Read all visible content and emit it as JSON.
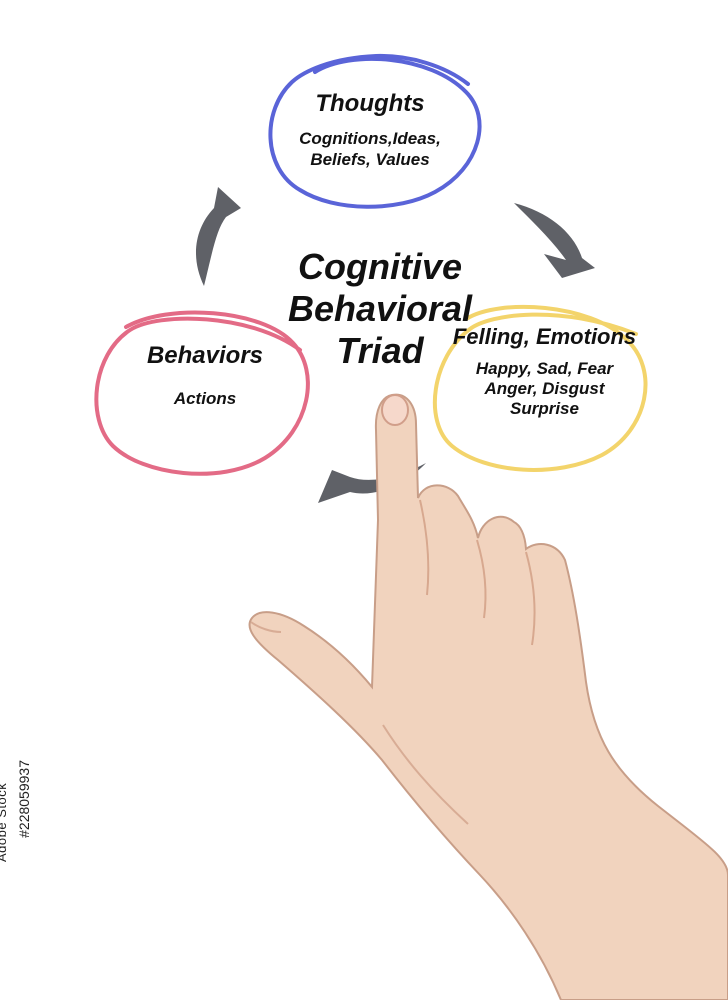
{
  "diagram": {
    "center_title_lines": [
      "Cognitive",
      "Behavioral",
      "Triad"
    ],
    "nodes": {
      "thoughts": {
        "title": "Thoughts",
        "details": [
          "Cognitions,Ideas,",
          "Beliefs, Values"
        ],
        "color": "#5a64d8"
      },
      "feelings": {
        "title_lines": [
          "Felling,",
          "Emotions"
        ],
        "details": [
          "Happy, Sad, Fear",
          "Anger, Disgust",
          "Surprise"
        ],
        "color": "#f3d46b"
      },
      "behaviors": {
        "title": "Behaviors",
        "details": [
          "Actions"
        ],
        "color": "#e36b86"
      }
    },
    "arrows": [
      {
        "from": "thoughts",
        "to": "feelings",
        "color": "#5f6167"
      },
      {
        "from": "feelings",
        "to": "behaviors",
        "color": "#5f6167"
      },
      {
        "from": "behaviors",
        "to": "thoughts",
        "color": "#5f6167"
      }
    ]
  },
  "watermark": {
    "stock_text": "Adobe Stock",
    "id_text": "#228059937"
  }
}
